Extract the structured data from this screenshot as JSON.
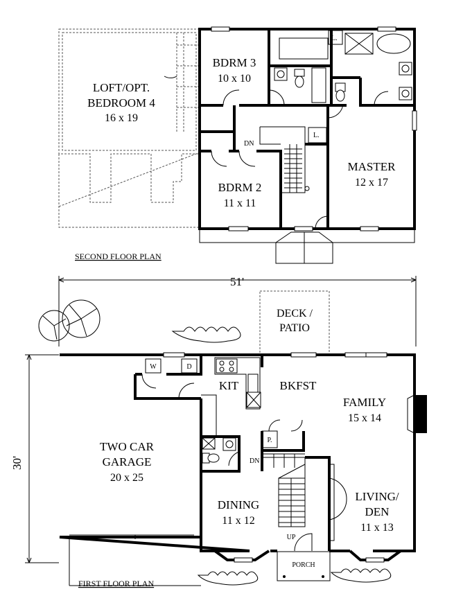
{
  "second_floor": {
    "caption": "SECOND FLOOR PLAN",
    "loft": {
      "name_line1": "LOFT/OPT.",
      "name_line2": "BEDROOM 4",
      "size": "16 x 19"
    },
    "bedroom3": {
      "name": "BDRM 3",
      "size": "10 x 10"
    },
    "bedroom2": {
      "name": "BDRM 2",
      "size": "11 x 11"
    },
    "master": {
      "name": "MASTER",
      "size": "12 x 17"
    },
    "stair_label": "DN",
    "linen_top": "L.",
    "linen_hall": "L."
  },
  "first_floor": {
    "caption": "FIRST FLOOR PLAN",
    "overall_width": "51'",
    "overall_depth": "30'",
    "deck": {
      "line1": "DECK /",
      "line2": "PATIO"
    },
    "washer": "W",
    "dryer": "D",
    "kitchen": "KIT",
    "breakfast": "BKFST",
    "family": {
      "name": "FAMILY",
      "size": "15 x 14"
    },
    "garage": {
      "name_line1": "TWO CAR",
      "name_line2": "GARAGE",
      "size": "20 x 25"
    },
    "pantry": "P.",
    "stair_down": "DN",
    "stair_up": "UP",
    "dining": {
      "name": "DINING",
      "size": "11 x 12"
    },
    "living": {
      "name_line1": "LIVING/",
      "name_line2": "DEN",
      "size": "11 x 13"
    },
    "porch": "PORCH"
  }
}
